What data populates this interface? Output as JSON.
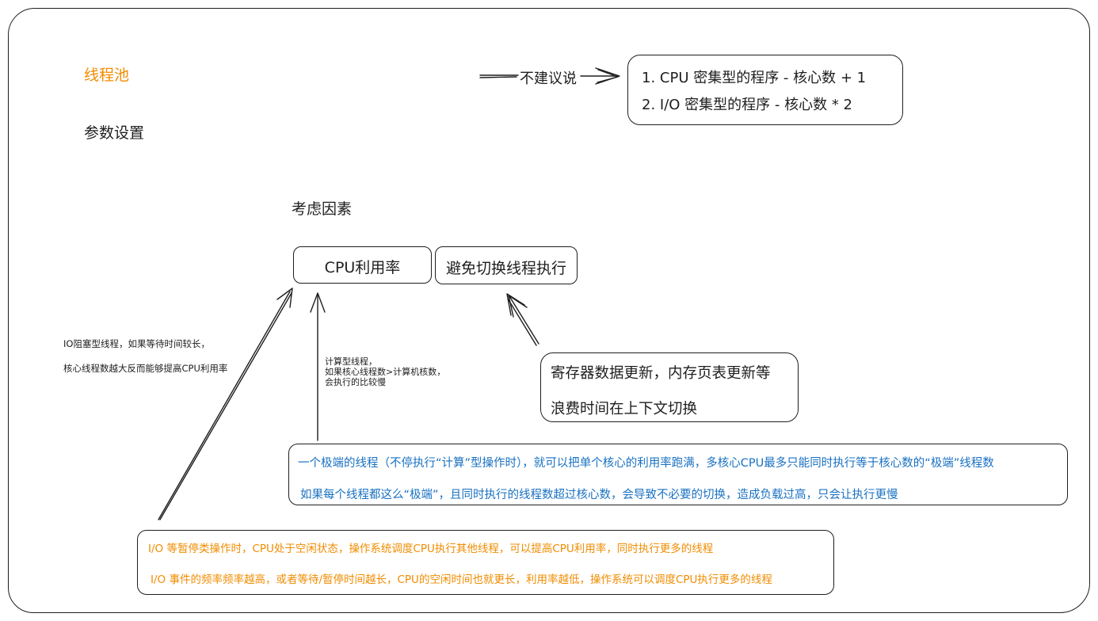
{
  "title": "线程池",
  "subtitle": "参数设置",
  "factors_heading": "考虑因素",
  "advice": {
    "arrow_label": "不建议说",
    "rules": [
      "1. CPU 密集型的程序 - 核心数 + 1",
      "2. I/O 密集型的程序 - 核心数 * 2"
    ]
  },
  "factors": {
    "cpu_utilization": "CPU利用率",
    "avoid_switching": "避免切换线程执行"
  },
  "io_note": [
    "IO阻塞型线程，如果等待时间较长，",
    "核心线程数越大反而能够提高CPU利用率"
  ],
  "calc_note": [
    "计算型线程，",
    "如果核心线程数>计算机核数，",
    "会执行的比较慢"
  ],
  "context_switch": [
    "寄存器数据更新，内存页表更新等",
    "浪费时间在上下文切换"
  ],
  "extreme_threads": [
    "一个极端的线程（不停执行“计算”型操作时），就可以把单个核心的利用率跑满，多核心CPU最多只能同时执行等于核心数的“极端”线程数",
    "如果每个线程都这么“极端”，且同时执行的线程数超过核心数，会导致不必要的切换，造成负载过高，只会让执行更慢"
  ],
  "io_operations": [
    "I/O 等暂停类操作时，CPU处于空闲状态，操作系统调度CPU执行其他线程，可以提高CPU利用率，同时执行更多的线程",
    "I/O 事件的频率频率越高，或者等待/暂停时间越长，CPU的空闲时间也就更长，利用率越低，操作系统可以调度CPU执行更多的线程"
  ],
  "colors": {
    "stroke": "#1e1e1e",
    "orange": "#f08c00",
    "blue": "#1971c2"
  }
}
